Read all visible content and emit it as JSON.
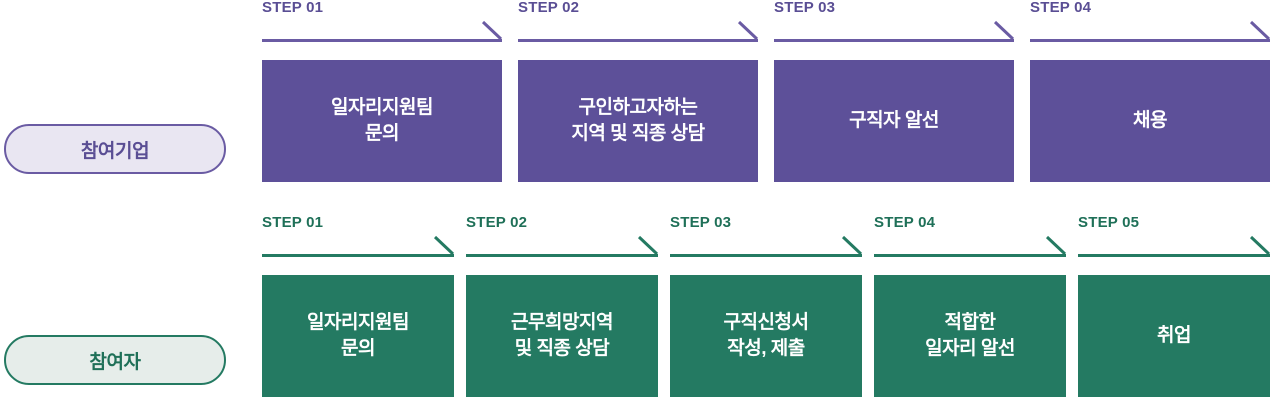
{
  "rows": [
    {
      "id": "company",
      "badge": "참여기업",
      "accent": "#5d5099",
      "border_color": "#6a5ba3",
      "badge_fill": "#e9e6f2",
      "steps": [
        {
          "label": "STEP 01",
          "text": "일자리지원팀\n문의"
        },
        {
          "label": "STEP 02",
          "text": "구인하고자하는\n지역 및 직종 상담"
        },
        {
          "label": "STEP 03",
          "text": "구직자 알선"
        },
        {
          "label": "STEP 04",
          "text": "채용"
        }
      ]
    },
    {
      "id": "jobseeker",
      "badge": "참여자",
      "accent": "#247a62",
      "border_color": "#247a62",
      "badge_fill": "#e6edea",
      "steps": [
        {
          "label": "STEP 01",
          "text": "일자리지원팀\n문의"
        },
        {
          "label": "STEP 02",
          "text": "근무희망지역\n및 직종 상담"
        },
        {
          "label": "STEP 03",
          "text": "구직신청서\n작성, 제출"
        },
        {
          "label": "STEP 04",
          "text": "적합한\n일자리 알선"
        },
        {
          "label": "STEP 05",
          "text": "취업"
        }
      ]
    }
  ]
}
